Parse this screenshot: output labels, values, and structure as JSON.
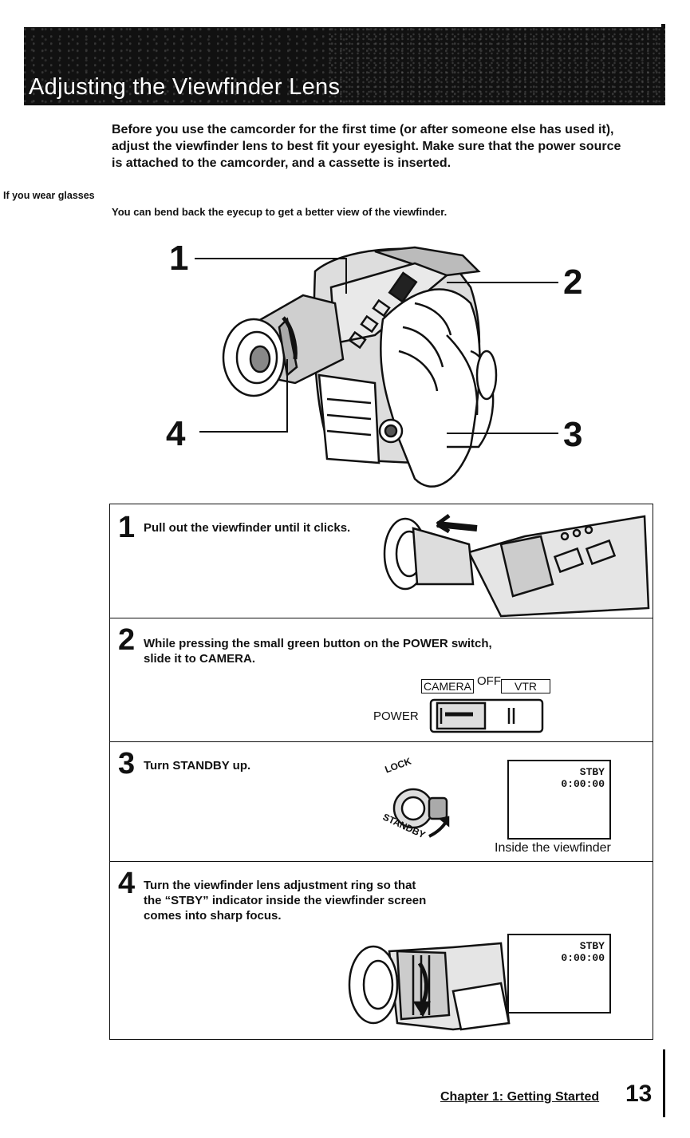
{
  "header": {
    "title": "Adjusting the Viewfinder Lens"
  },
  "intro": {
    "lines": [
      "Before you use the camcorder for the first time (or after someone else has used it),",
      "adjust the viewfinder lens to best fit your eyesight. Make sure that the power source",
      "is attached to the camcorder, and a cassette is inserted."
    ]
  },
  "tip": {
    "heading": "If you wear glasses",
    "text": "You can bend back the eyecup to get a better view of the viewfinder."
  },
  "callouts": [
    "1",
    "2",
    "3",
    "4"
  ],
  "steps": [
    {
      "number": "1",
      "lines": [
        "Pull out the viewfinder until it clicks."
      ]
    },
    {
      "number": "2",
      "lines": [
        "While pressing the small green button on the POWER switch,",
        "slide it to CAMERA."
      ]
    },
    {
      "number": "3",
      "lines": [
        "Turn STANDBY up."
      ]
    },
    {
      "number": "4",
      "lines": [
        "Turn the viewfinder lens adjustment ring so that",
        "the “STBY” indicator inside the viewfinder screen",
        "comes into sharp focus."
      ]
    }
  ],
  "power_switch": {
    "camera": "CAMERA",
    "off": "OFF",
    "vtr": "VTR",
    "power": "POWER"
  },
  "standby_dial": {
    "lock": "LOCK",
    "standby": "STANDBY"
  },
  "viewfinder_display": {
    "status": "STBY",
    "counter": "0:00:00",
    "caption": "Inside the viewfinder"
  },
  "footer": {
    "chapter": "Chapter 1: Getting Started",
    "page": "13"
  }
}
